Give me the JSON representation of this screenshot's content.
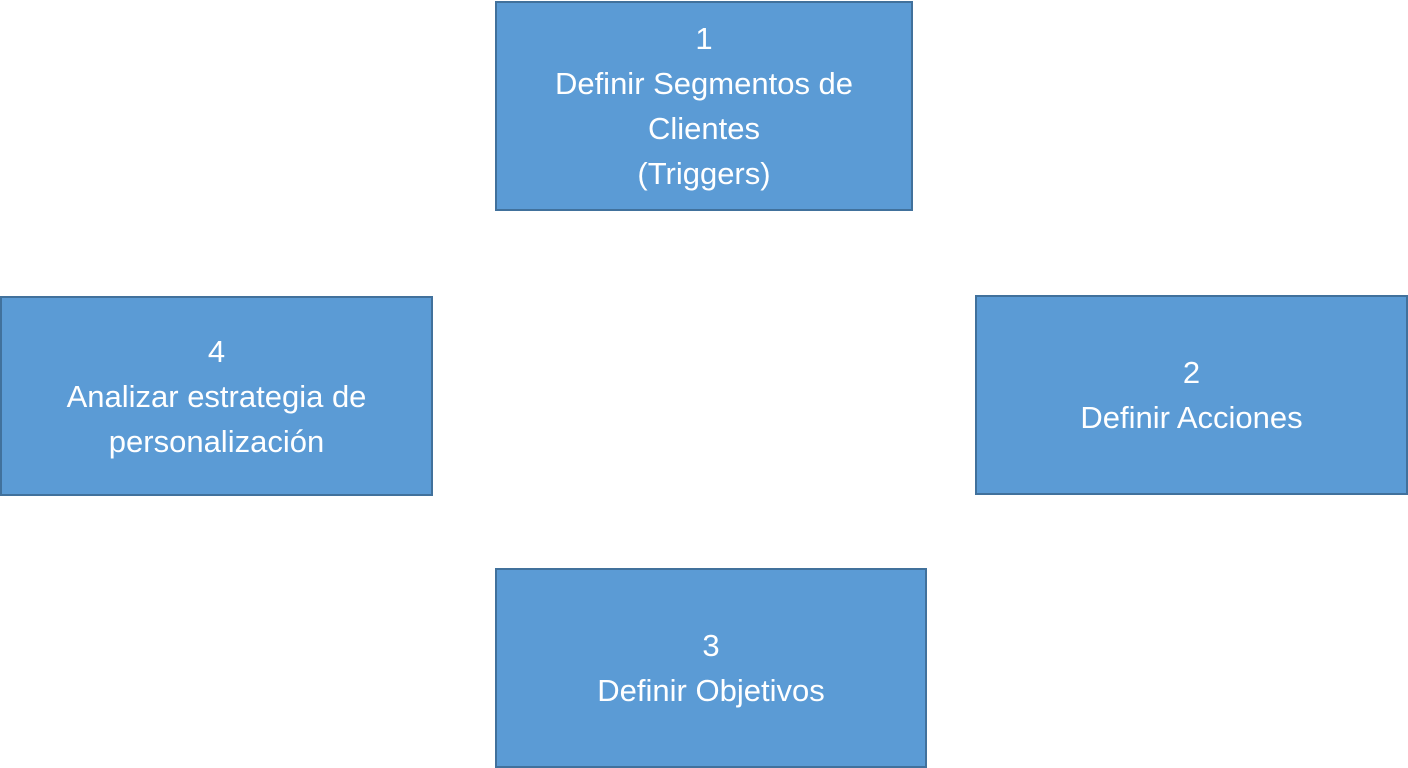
{
  "steps": [
    {
      "number": "1",
      "lines": [
        "Definir Segmentos de",
        "Clientes",
        "(Triggers)"
      ]
    },
    {
      "number": "2",
      "lines": [
        "Definir Acciones"
      ]
    },
    {
      "number": "3",
      "lines": [
        "Definir Objetivos"
      ]
    },
    {
      "number": "4",
      "lines": [
        "Analizar  estrategia de",
        "personalización"
      ]
    }
  ],
  "colors": {
    "box_fill": "#5b9bd5",
    "box_border": "#41719c",
    "text": "#ffffff",
    "background": "#ffffff"
  }
}
